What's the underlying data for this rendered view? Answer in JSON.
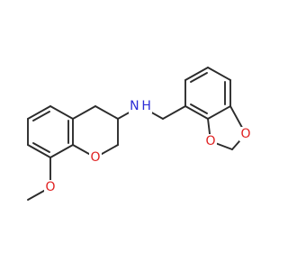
{
  "structure": {
    "colors": {
      "bond": "#2b2b2b",
      "nitrogen": "#2b2bd6",
      "oxygen": "#e02020"
    },
    "atoms": {
      "n1": {
        "symbol": "N",
        "hydrogens": "H",
        "label": "N H",
        "color": "nitrogen"
      },
      "o_ring": {
        "symbol": "O",
        "label": "O",
        "color": "oxygen"
      },
      "o_methoxy": {
        "symbol": "O",
        "label": "O",
        "color": "oxygen"
      },
      "o_dioxole_1": {
        "symbol": "O",
        "label": "O",
        "color": "oxygen"
      },
      "o_dioxole_2": {
        "symbol": "O",
        "label": "O",
        "color": "oxygen"
      }
    }
  }
}
